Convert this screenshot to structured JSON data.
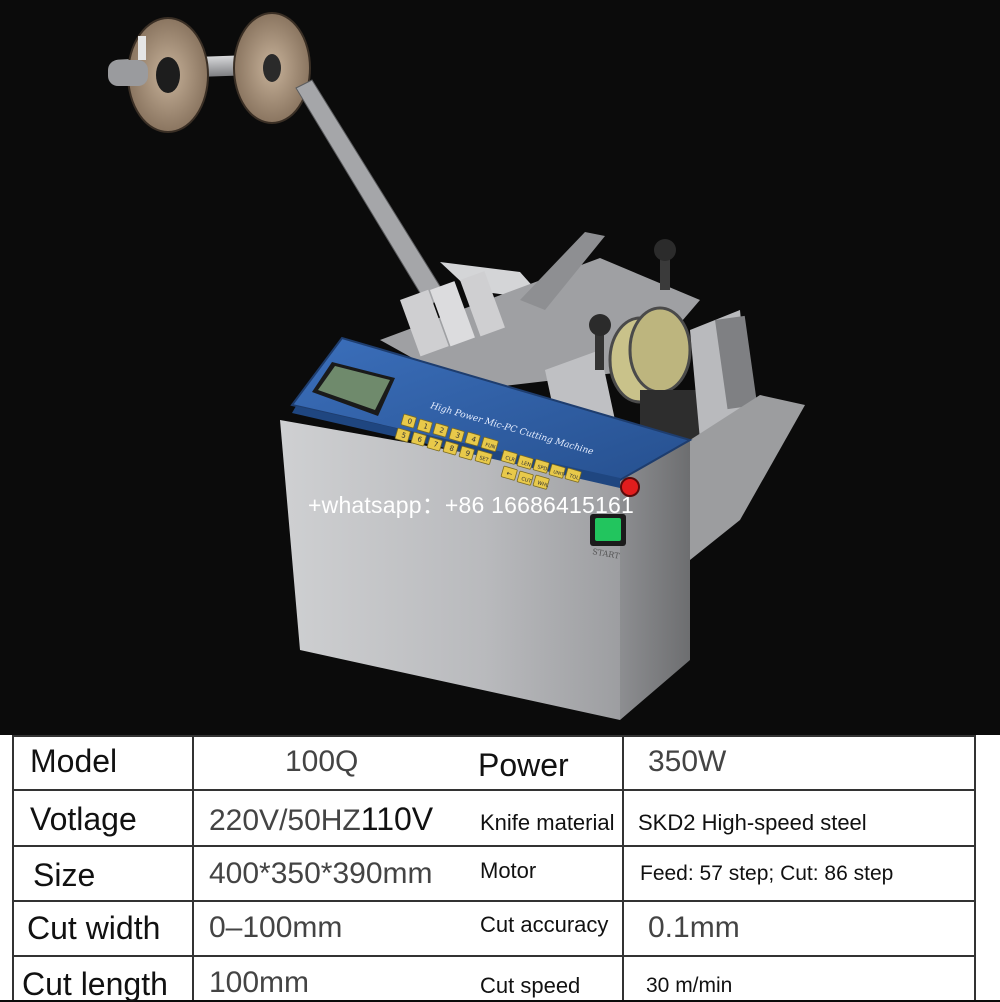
{
  "panel": {
    "title": "High Power Mic-PC Cutting Machine",
    "keys_row1": [
      "0",
      "1",
      "2",
      "3",
      "4",
      "FUN"
    ],
    "keys_row2": [
      "5",
      "6",
      "7",
      "8",
      "9",
      "SET"
    ],
    "keys_right1": [
      "CLR",
      "LEN",
      "SPD",
      "UNIT",
      "TOL"
    ],
    "keys_right2": [
      "←",
      "CUT",
      "WHL"
    ],
    "start_label": "START"
  },
  "watermark": "+whatsapp：+86 16686415161",
  "specs": {
    "rows": [
      {
        "label": "Model",
        "value": "100Q",
        "label2": "Power",
        "value2": "350W"
      },
      {
        "label": "Votlage",
        "value": "220V/50HZ",
        "value_extra": "110V",
        "label2": "Knife material",
        "value2": "SKD2 High-speed steel"
      },
      {
        "label": "Size",
        "value": "400*350*390mm",
        "label2": "Motor",
        "value2": "Feed: 57 step; Cut: 86 step"
      },
      {
        "label": "Cut width",
        "value": "0–100mm",
        "label2": "Cut accuracy",
        "value2": "0.1mm"
      },
      {
        "label": "Cut length",
        "value": "100mm",
        "label2": "Cut speed",
        "value2": "30 m/min"
      }
    ]
  },
  "colors": {
    "background": "#0b0b0b",
    "panel_blue": "#2f5fa8",
    "key_yellow": "#e8c94a",
    "start_green": "#22c55e",
    "stop_red": "#e11d1d"
  }
}
